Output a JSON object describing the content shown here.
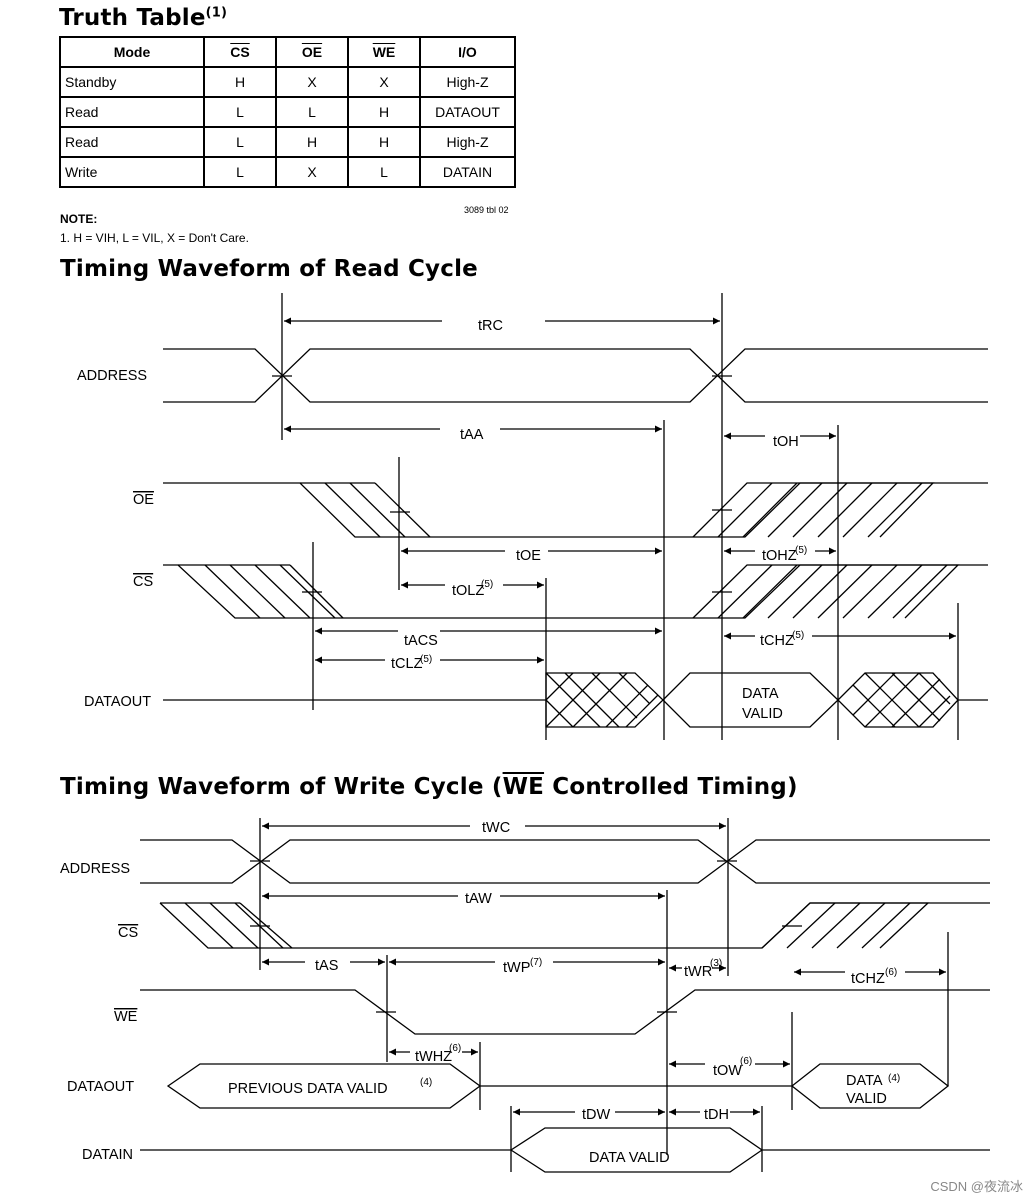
{
  "truth_table": {
    "title": "Truth Table",
    "title_sup": "(1)",
    "headers": [
      "Mode",
      "CS",
      "OE",
      "WE",
      "I/O"
    ],
    "rows": [
      [
        "Standby",
        "H",
        "X",
        "X",
        "High-Z"
      ],
      [
        "Read",
        "L",
        "L",
        "H",
        "DATAOUT"
      ],
      [
        "Read",
        "L",
        "H",
        "H",
        "High-Z"
      ],
      [
        "Write",
        "L",
        "X",
        "L",
        "DATAIN"
      ]
    ],
    "ref": "3089 tbl 02",
    "note_title": "NOTE:",
    "note_text": "1. H = VIH, L = VIL, X = Don't Care."
  },
  "read_cycle": {
    "title": "Timing Waveform of Read Cycle",
    "signals": {
      "address": "ADDRESS",
      "oe": "OE",
      "cs": "CS",
      "dataout": "DATAOUT"
    },
    "timings": {
      "trc": "tRC",
      "taa": "tAA",
      "toh": "tOH",
      "toe": "tOE",
      "tohz": "tOHZ",
      "tolz": "tOLZ",
      "tacs": "tACS",
      "tchz": "tCHZ",
      "tclz": "tCLZ"
    },
    "note5": "(5)",
    "data_valid_1": "DATA",
    "data_valid_2": "VALID"
  },
  "write_cycle": {
    "title_pre": "Timing Waveform of Write Cycle  (",
    "title_we": "WE",
    "title_post": " Controlled Timing)",
    "signals": {
      "address": "ADDRESS",
      "cs": "CS",
      "we": "WE",
      "dataout": "DATAOUT",
      "datain": "DATAIN"
    },
    "timings": {
      "twc": "tWC",
      "taw": "tAW",
      "tas": "tAS",
      "twp": "tWP",
      "twr": "tWR",
      "tchz": "tCHZ",
      "twhz": "tWHZ",
      "tow": "tOW",
      "tdw": "tDW",
      "tdh": "tDH"
    },
    "note7": "(7)",
    "note3": "(3)",
    "note6": "(6)",
    "note4": "(4)",
    "prev_data_valid": "PREVIOUS DATA VALID",
    "data_valid": "DATA VALID",
    "data_1": "DATA",
    "valid_1": "VALID"
  },
  "watermark": "CSDN @夜流冰"
}
